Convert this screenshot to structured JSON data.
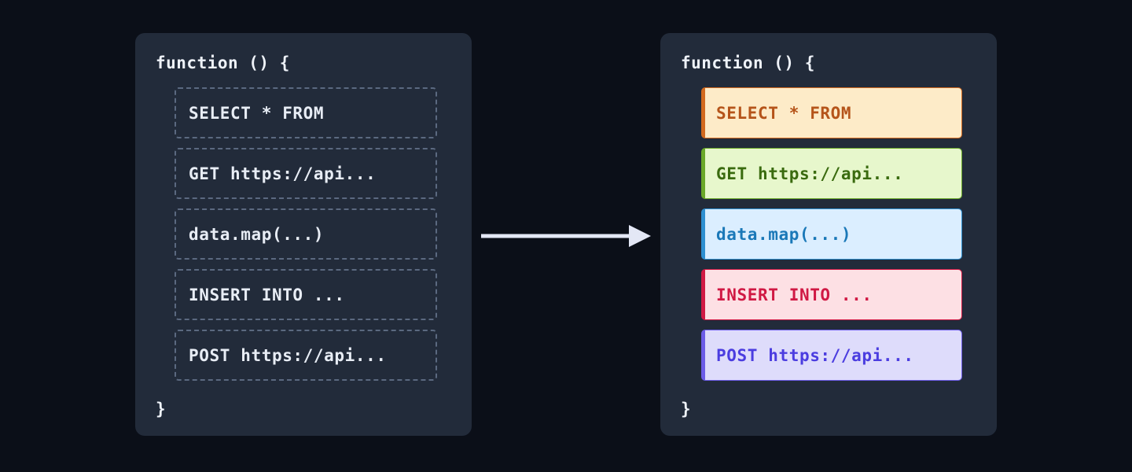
{
  "canvas": {
    "background": "#0b0f18",
    "panel_background": "#222b3a"
  },
  "before_panel": {
    "title": "before-code-panel",
    "open_line": "function () {",
    "close_line": "}",
    "text_color": "#e8edf5",
    "border_color": "#5b6980",
    "blocks": [
      {
        "label": "SELECT * FROM"
      },
      {
        "label": "GET https://api..."
      },
      {
        "label": "data.map(...)"
      },
      {
        "label": "INSERT INTO ..."
      },
      {
        "label": "POST https://api..."
      }
    ]
  },
  "after_panel": {
    "title": "after-code-panel",
    "open_line": "function () {",
    "close_line": "}",
    "blocks": [
      {
        "label": "SELECT * FROM",
        "kind": "sql-select",
        "bg": "#fdebc8",
        "text": "#b5541a",
        "accent": "#d2691e"
      },
      {
        "label": "GET https://api...",
        "kind": "http-get",
        "bg": "#e7f7cc",
        "text": "#3a6b0f",
        "accent": "#6aa829"
      },
      {
        "label": "data.map(...)",
        "kind": "js-map",
        "bg": "#dbeeff",
        "text": "#1a78b8",
        "accent": "#2e8fd0"
      },
      {
        "label": "INSERT INTO ...",
        "kind": "sql-insert",
        "bg": "#fde0e4",
        "text": "#d01944",
        "accent": "#d01944"
      },
      {
        "label": "POST https://api...",
        "kind": "http-post",
        "bg": "#dedcfb",
        "text": "#4b3de0",
        "accent": "#6c5ce7"
      }
    ]
  },
  "arrow": {
    "label": "transformation-arrow",
    "color": "#e3e7f5"
  }
}
